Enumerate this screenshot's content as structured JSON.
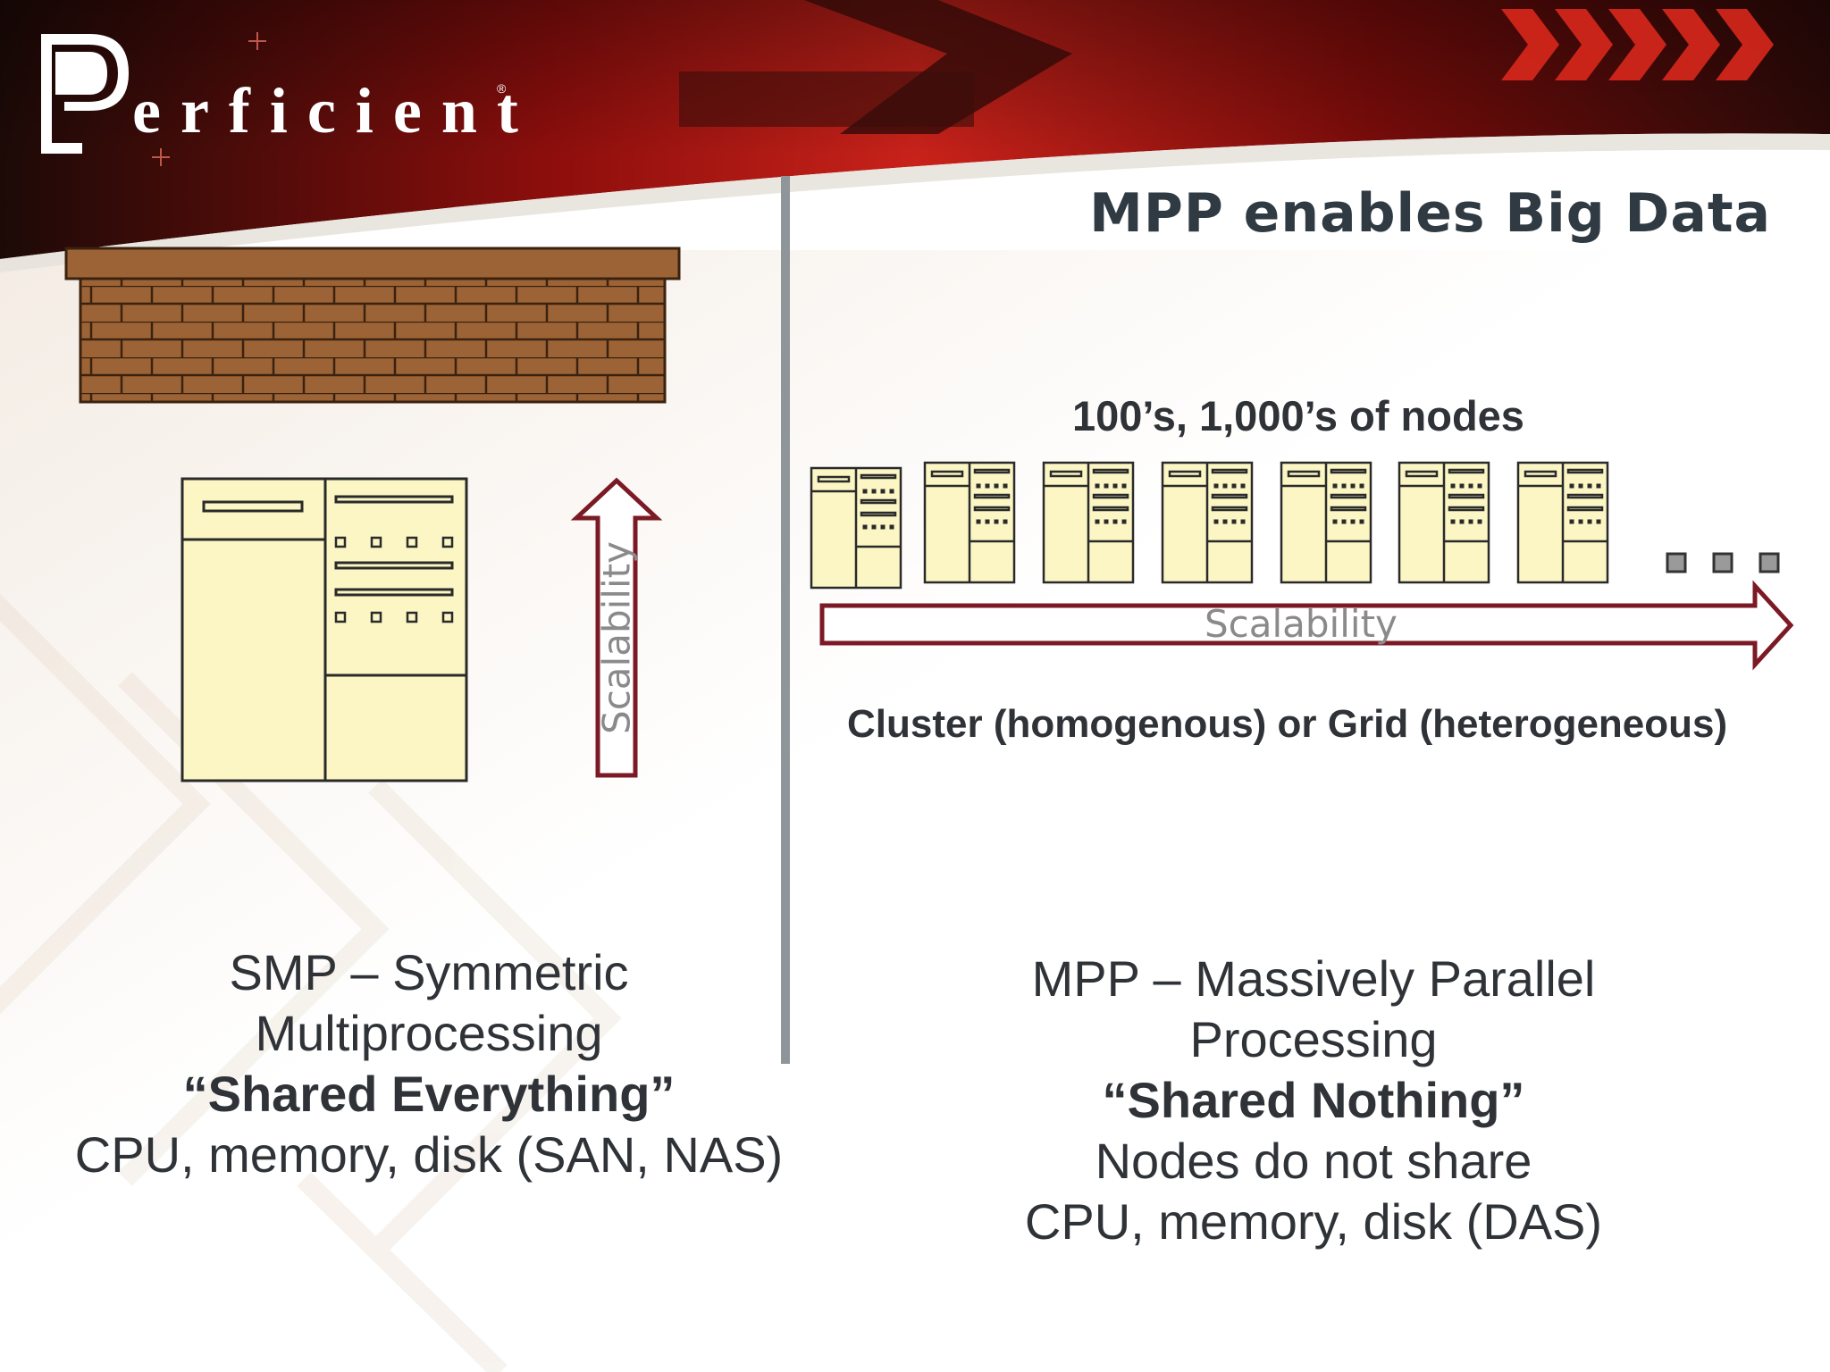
{
  "header": {
    "logo_text": "Perficient",
    "title": "MPP enables Big Data"
  },
  "smp": {
    "scalability_label": "Scalability",
    "caption": {
      "line1": "SMP – Symmetric",
      "line2": "Multiprocessing",
      "line3": "“Shared Everything”",
      "line4": "CPU, memory, disk (SAN, NAS)"
    }
  },
  "mpp": {
    "nodes_label": "100’s, 1,000’s of nodes",
    "scalability_label": "Scalability",
    "cluster_label": "Cluster (homogenous) or Grid (heterogeneous)",
    "caption": {
      "line1": "MPP – Massively Parallel",
      "line2": "Processing",
      "line3": "“Shared Nothing”",
      "line4": "Nodes do not share",
      "line5": "CPU, memory, disk (DAS)"
    }
  },
  "colors": {
    "header_red": "#b01010",
    "header_dark": "#1a0a08",
    "brick": "#9c6336",
    "server_fill": "#fbf6c4",
    "arrow_stroke": "#7b1a24",
    "divider": "#8f9699",
    "text": "#2f3338"
  }
}
